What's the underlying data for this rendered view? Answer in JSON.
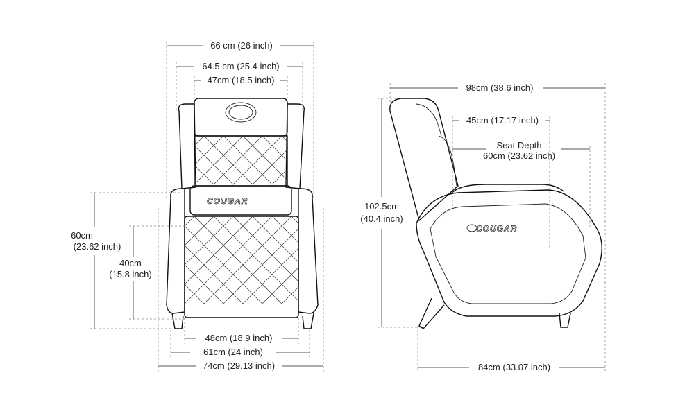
{
  "front_view": {
    "overall_width": "66 cm (26 inch)",
    "outer_width": "64.5 cm (25.4 inch)",
    "headrest_width": "47cm (18.5 inch)",
    "seat_height_value": "60cm",
    "seat_height_inch": "(23.62 inch)",
    "armrest_height_value": "40cm",
    "armrest_height_inch": "(15.8 inch)",
    "seat_width": "48cm (18.9 inch)",
    "inner_width": "61cm (24 inch)",
    "base_width": "74cm (29.13 inch)",
    "brand_label": "COUGAR"
  },
  "side_view": {
    "top_depth": "98cm (38.6 inch)",
    "head_depth": "45cm (17.17 inch)",
    "seat_depth_title": "Seat Depth",
    "seat_depth_value": "60cm (23.62 inch)",
    "height_value": "102.5cm",
    "height_inch": "(40.4 inch)",
    "base_depth": "84cm (33.07 inch)",
    "brand_label": "COUGAR"
  }
}
